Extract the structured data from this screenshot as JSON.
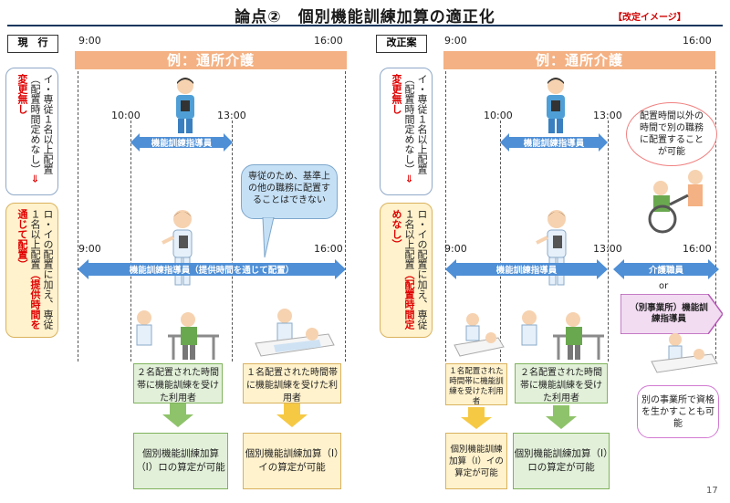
{
  "title": "論点②　個別機能訓練加算の適正化",
  "revision_tag": "【改定イメージ】",
  "page_number": "17",
  "example_label": "例：通所介護",
  "current": {
    "label": "現　行",
    "times": {
      "t900": "9:00",
      "t1000": "10:00",
      "t1300": "13:00",
      "t1600": "16:00",
      "t900b": "9:00",
      "t1600b": "16:00"
    },
    "req_i_text": "イ・専従１名以上配置（配置時間定めなし）",
    "req_i_note": "⇒変更無し",
    "req_ro_text": "ロ・イの配置に加え、専従１名以上配置",
    "req_ro_note": "（提供時間を通じて配置）",
    "bar_short": "機能訓練指導員",
    "bar_long": "機能訓練指導員（提供時間を通じて配置）",
    "bubble": "専従のため、基準上の他の職務に配置することはできない",
    "users_two": "２名配置された時間帯に機能訓練を受けた利用者",
    "users_one": "１名配置された時間帯に機能訓練を受けた利用者",
    "result_ro": "個別機能訓練加算（Ⅰ）ロの算定が可能",
    "result_i": "個別機能訓練加算（Ⅰ）イの算定が可能"
  },
  "proposed": {
    "label": "改正案",
    "times": {
      "t900": "9:00",
      "t1000": "10:00",
      "t1300": "13:00",
      "t1600": "16:00",
      "t900b": "9:00",
      "t1300b": "13:00",
      "t1600b": "16:00"
    },
    "req_i_text": "イ・専従１名以上配置（配置時間定めなし）",
    "req_i_note": "⇒変更無し",
    "req_ro_text": "ロ・イの配置に加え、専従１名以上配置",
    "req_ro_note": "（配置時間定めなし）",
    "bar_short": "機能訓練指導員",
    "bar_mid": "機能訓練指導員",
    "bar_care": "介護職員",
    "or_label": "or",
    "other_office": "（別事業所）機能訓練指導員",
    "bubble_top": "配置時間以外の時間で別の職務に配置することが可能",
    "bubble_bottom": "別の事業所で資格を生かすことも可能",
    "users_one": "１名配置された時間帯に機能訓練を受けた利用者",
    "users_two": "２名配置された時間帯に機能訓練を受けた利用者",
    "result_i": "個別機能訓練加算（Ⅰ）イの算定が可能",
    "result_ro": "個別機能訓練加算（Ⅰ）ロの算定が可能"
  },
  "colors": {
    "bar_blue": "#4f8fd6",
    "band_orange": "#f4b183",
    "green_arrow": "#8fc36b",
    "yellow_arrow": "#f6c945",
    "pink_arrow": "#d27ad2",
    "red_note": "#e00000"
  },
  "icons": [
    "trainer-figure",
    "caregiver-figure",
    "elderly-walking-figure",
    "bedridden-figure",
    "wheelchair-figure"
  ]
}
